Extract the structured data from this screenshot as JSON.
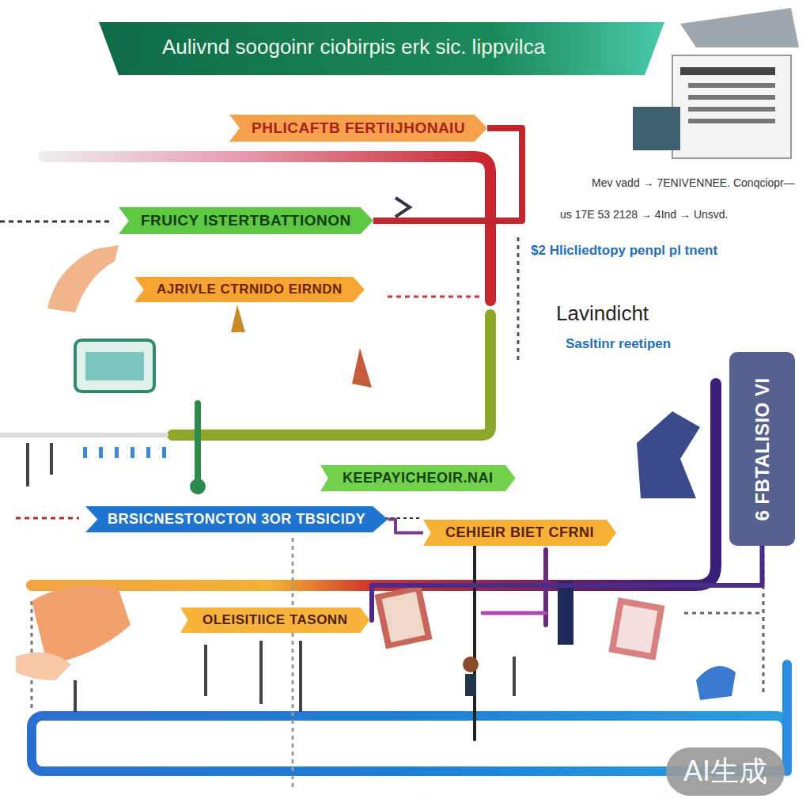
{
  "diagram": {
    "title": "Aulivnd soogoinr ciobirpis erk sic. lippvilca",
    "nodes": [
      {
        "text": [
          "PHLICAFTB FERTIIJHONAIU"
        ]
      },
      {
        "text": [
          "FRUICY ISTERTBATTIONON"
        ]
      },
      {
        "text": [
          "AJRIVLE CTRNIDO EIRNDN"
        ]
      },
      {
        "text": [
          "KEEPAYICHEOIR.NAI"
        ]
      },
      {
        "text": [
          "BRSICNESTONCTON 3OR TBSICIDY"
        ]
      },
      {
        "text": [
          "CEHIEIR BIET CFRNI"
        ]
      },
      {
        "text": [
          "OLEISITIICE TASONN"
        ]
      },
      {
        "text": [
          "6 FBTALISIO VI"
        ]
      }
    ],
    "edges": [
      {
        "from": 0,
        "to": 1,
        "arrow": "none"
      },
      {
        "from": 4,
        "to": 5,
        "arrow": "none"
      },
      {
        "from": 7,
        "to": 6,
        "arrow": "none"
      }
    ],
    "labels": [
      "Mev vadd → 7ENIVENNEE. Conqciopr—",
      "us 17E 53 2128 → 4Ind → Unsvd.",
      "$2 Hlicliedtopy penpl pl tnent",
      "Lavindicht",
      "Sasltinr reetipen",
      "AI生成"
    ]
  }
}
